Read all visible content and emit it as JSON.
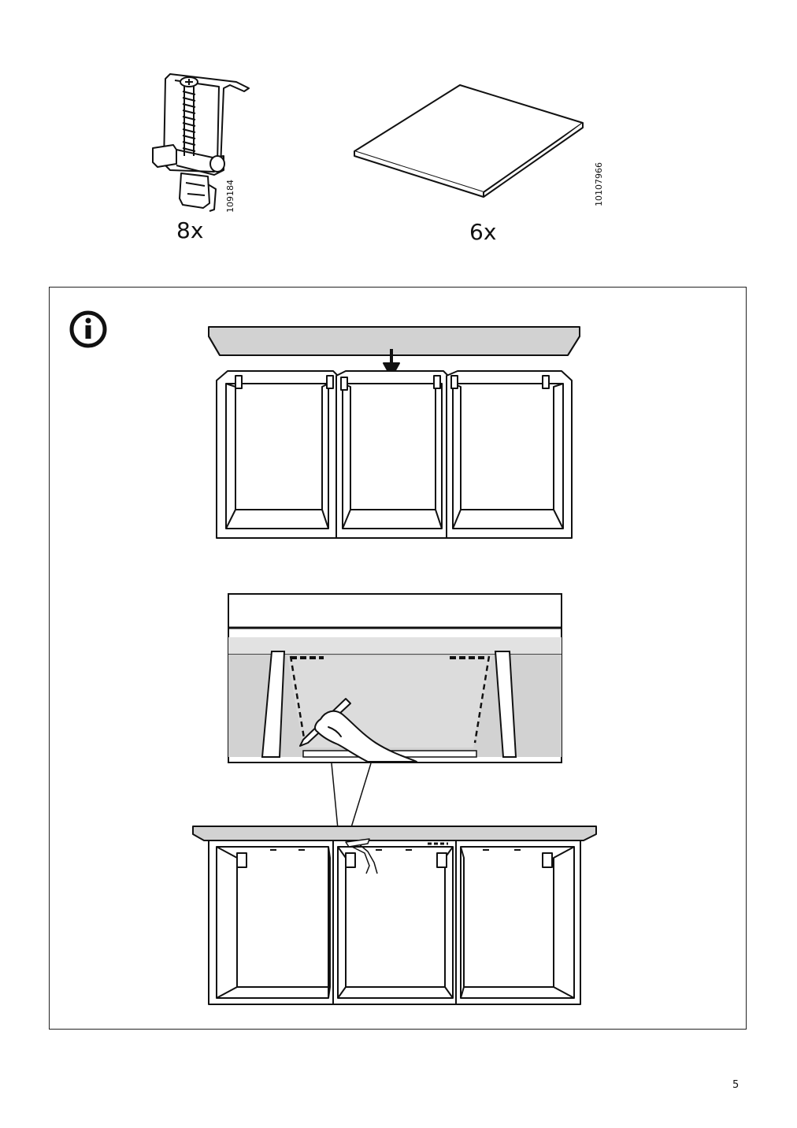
{
  "parts": [
    {
      "quantity": "8x",
      "part_number": "109184",
      "icon": "shelf-support-clip-icon"
    },
    {
      "quantity": "6x",
      "part_number": "10107966",
      "icon": "shelf-panel-icon"
    }
  ],
  "info_panel": {
    "icon": "info-icon"
  },
  "page": {
    "number": "5"
  }
}
